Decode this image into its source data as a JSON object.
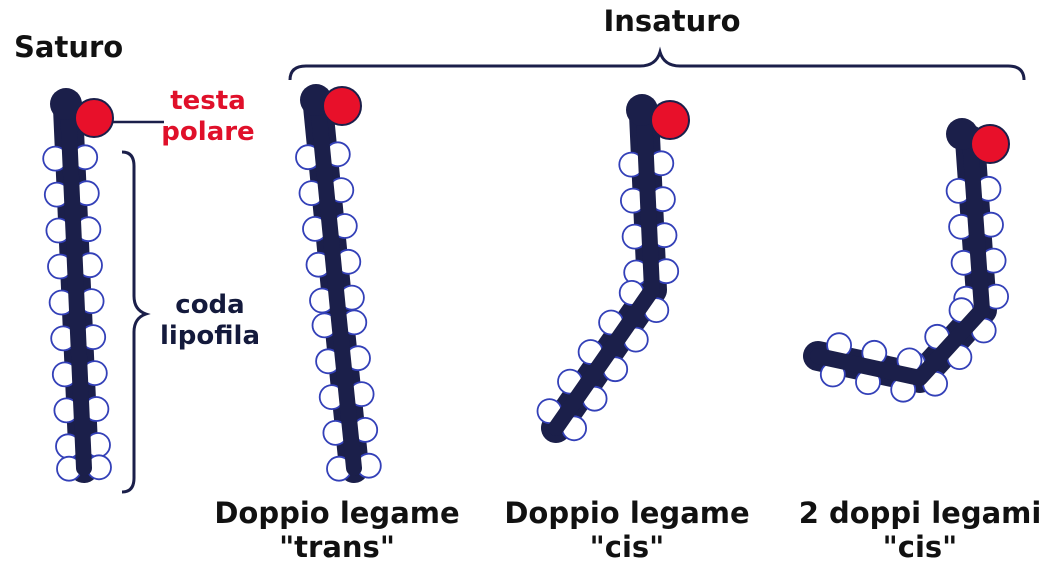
{
  "labels": {
    "saturated": "Saturo",
    "unsaturated": "Insaturo",
    "head_line1": "testa",
    "head_line2": "polare",
    "tail_line1": "coda",
    "tail_line2": "lipofila",
    "trans_line1": "Doppio legame",
    "trans_line2": "\"trans\"",
    "cis_line1": "Doppio legame",
    "cis_line2": "\"cis\"",
    "cis2_line1": "2 doppi legami",
    "cis2_line2": "\"cis\""
  },
  "colors": {
    "backbone": "#1b1f4a",
    "hydrogen_fill": "#ffffff",
    "hydrogen_outline": "#3340b8",
    "polar_head": "#e8102a",
    "head_label": "#e0102a",
    "bracket": "#1b1f4a"
  }
}
